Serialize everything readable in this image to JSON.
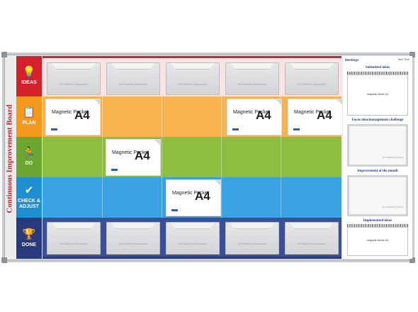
{
  "board": {
    "vertical_title": "Continuous Improvement Board"
  },
  "rows": {
    "ideas": {
      "label": "IDEAS",
      "icon": "lightbulb-icon",
      "glyph": "💡",
      "color": "#d3202a"
    },
    "plan": {
      "label": "PLAN",
      "icon": "clipboard-icon",
      "glyph": "📋",
      "color": "#f39a1c"
    },
    "do": {
      "label": "DO",
      "icon": "runner-icon",
      "glyph": "🏃",
      "color": "#6da531"
    },
    "check": {
      "label": "CHECK & ADJUST",
      "icon": "checkmark-icon",
      "glyph": "✔",
      "color": "#1d8ed1"
    },
    "done": {
      "label": "DONE",
      "icon": "trophy-icon",
      "glyph": "🏆",
      "color": "#283a7b"
    }
  },
  "tray_text": "A4 Rollerfeet (landscape)",
  "pocket": {
    "label": "Magnetic Pocket",
    "size": "A4"
  },
  "side": {
    "meetings": "Meetings",
    "next_time": "Next Time",
    "submitted": {
      "title": "Submitted ideas",
      "paper_text": "magnetic binder A4"
    },
    "focus": {
      "title": "Focus idea/management challenge",
      "pocket_text": "A4 magnetic pocket"
    },
    "month": {
      "title": "Improvement of the month",
      "pocket_text": "A4 magnetic pocket"
    },
    "implemented": {
      "title": "Implemented ideas",
      "paper_text": "magnetic binder A4"
    }
  }
}
